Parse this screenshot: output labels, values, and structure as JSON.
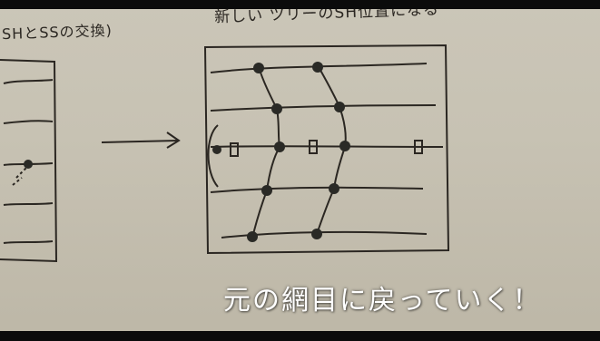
{
  "handwriting": {
    "left_note": "SHとSSの交換)",
    "top_note": "新しい ツリーのSH位置になる"
  },
  "caption": {
    "text": "元の網目に戻っていく！"
  },
  "colors": {
    "paper": "#c7c2b3",
    "ink": "#2b2722",
    "dot": "#2a2a26",
    "caption_text": "#ffffff"
  }
}
